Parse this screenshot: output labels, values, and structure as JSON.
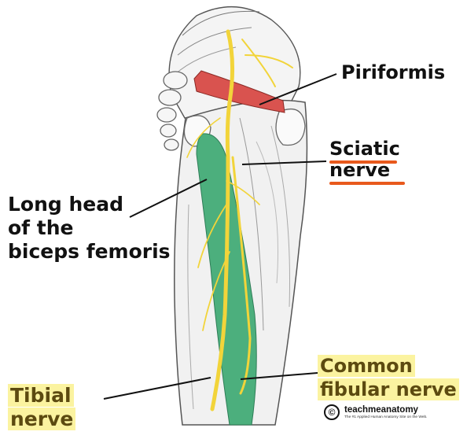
{
  "labels": {
    "piriformis": "Piriformis",
    "sciatic_line1": "Sciatic",
    "sciatic_line2": "nerve",
    "biceps_line1": "Long head",
    "biceps_line2": "of the",
    "biceps_line3": "biceps femoris",
    "tibial_line1": "Tibial",
    "tibial_line2": "nerve",
    "common_line1": "Common",
    "common_line2": "fibular nerve"
  },
  "brand": {
    "name": "teachmeanatomy",
    "tagline": "The #1 Applied Human Anatomy Site on the Web.",
    "symbol": "©"
  },
  "colors": {
    "piriformis_muscle": "#d9534f",
    "biceps_muscle": "#4caf7d",
    "nerve": "#f2d43a",
    "label_highlight": "#fbf3a0",
    "underline": "#e8591c",
    "leader_line": "#111111"
  }
}
